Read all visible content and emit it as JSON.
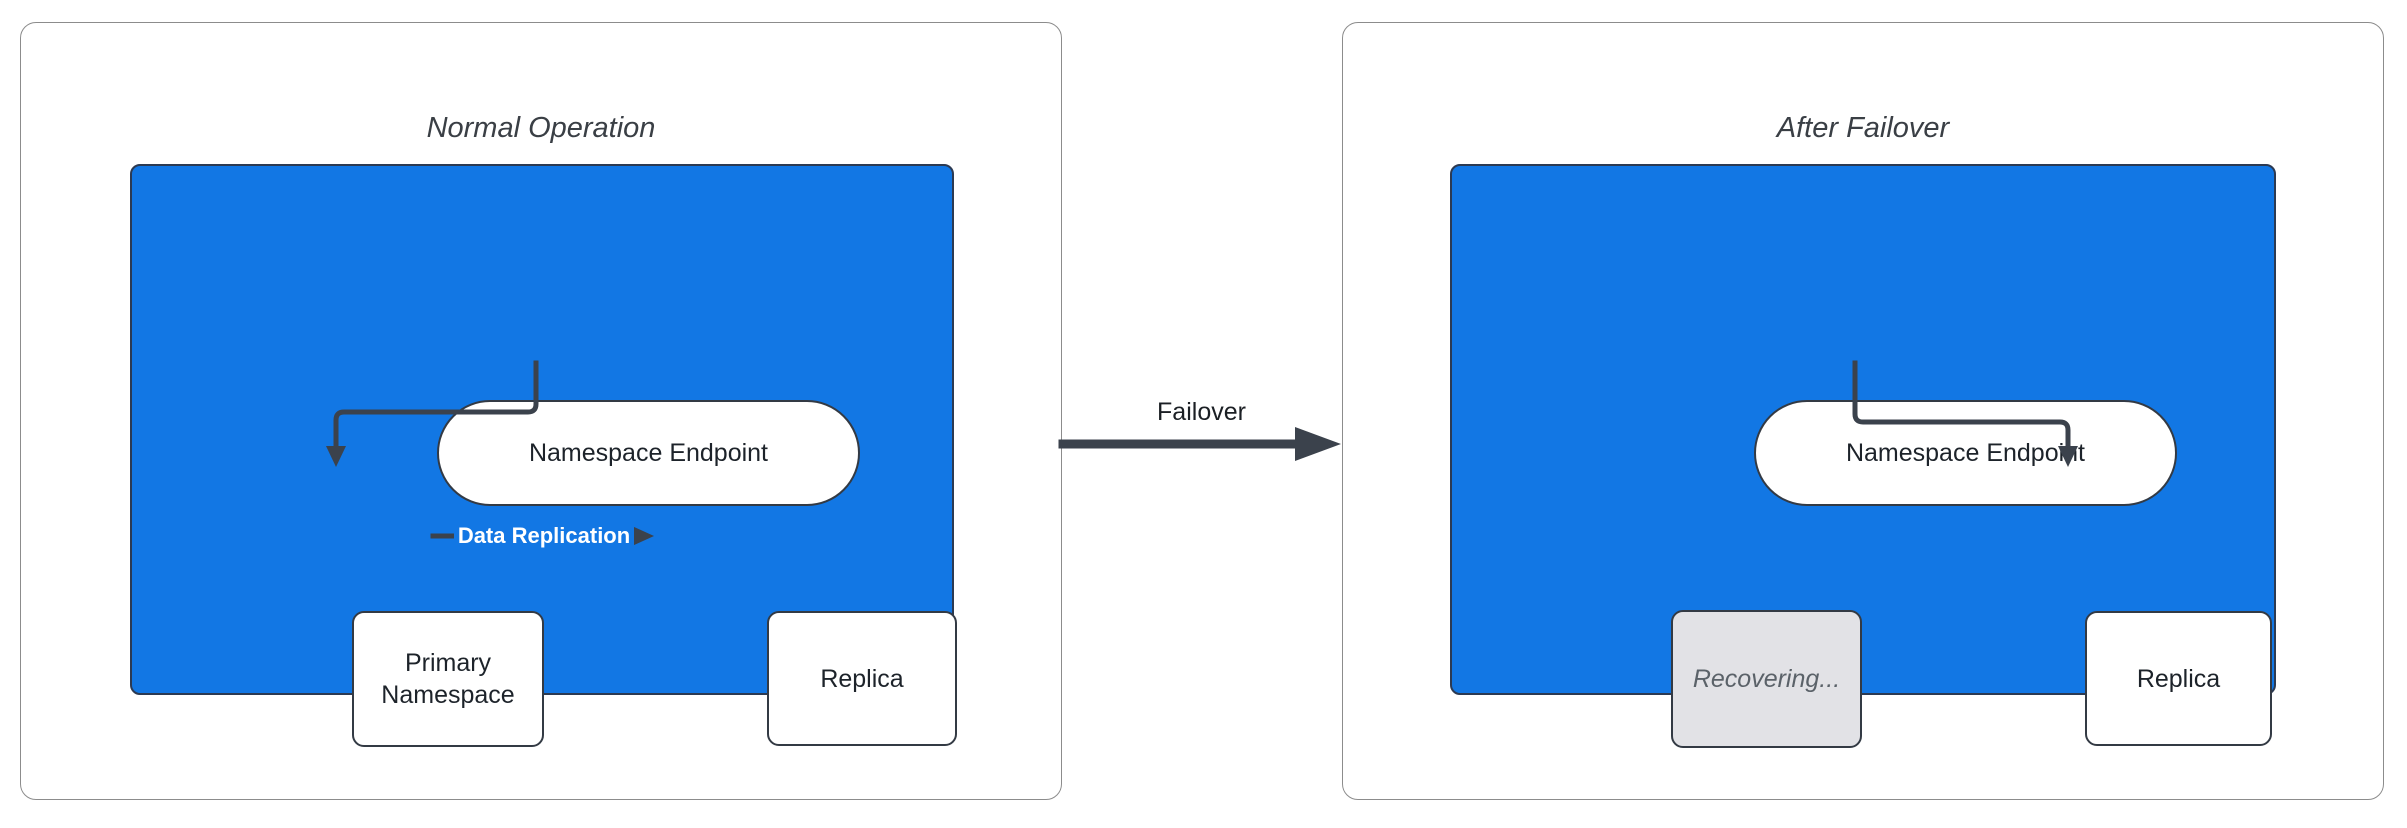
{
  "colors": {
    "container_fill": "#1277E4",
    "stroke_dark": "#333A44",
    "connector": "#3B424C",
    "node_fill": "#FFFFFF",
    "node_text": "#1D232A",
    "title_text": "#3A3F45",
    "recovering_fill": "#E2E2E6",
    "recovering_text": "#5B6269",
    "panel_border": "#8C8C8C",
    "edge_label_text": "#FFFFFF",
    "page_bg": "#FFFFFF"
  },
  "panels": [
    {
      "title": "Normal Operation",
      "endpoint_label": "Namespace Endpoint",
      "primary_label": "Primary Namespace",
      "replica_label": "Replica",
      "replication_label": "Data Replication"
    },
    {
      "title": "After Failover",
      "endpoint_label": "Namespace Endpoint",
      "recovering_label": "Recovering...",
      "replica_label": "Replica"
    }
  ],
  "transition_label": "Failover"
}
